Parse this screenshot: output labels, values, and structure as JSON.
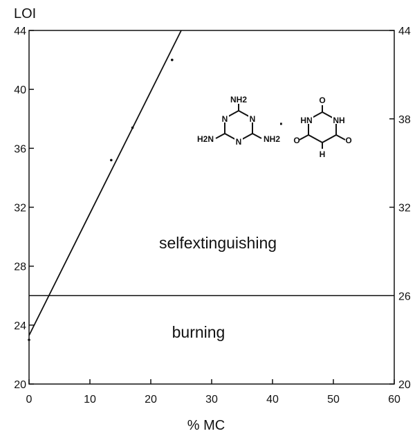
{
  "chart_data": {
    "type": "line",
    "xlabel": "% MC",
    "ylabel": "LOI",
    "xlim": [
      0,
      60
    ],
    "ylim": [
      20,
      44
    ],
    "x_ticks": [
      0,
      10,
      20,
      30,
      40,
      50,
      60
    ],
    "y_ticks_left": [
      20,
      24,
      28,
      32,
      36,
      40,
      44
    ],
    "y_ticks_right": [
      20,
      26,
      32,
      38,
      44
    ],
    "grid": false,
    "series": [
      {
        "x": [
          0,
          25
        ],
        "y": [
          23.3,
          44
        ]
      }
    ],
    "points": [
      {
        "x": 0,
        "y": 23
      },
      {
        "x": 13.5,
        "y": 35.2
      },
      {
        "x": 17,
        "y": 37.4
      },
      {
        "x": 23.5,
        "y": 42
      }
    ],
    "threshold": {
      "y": 26
    },
    "regions": {
      "above": "selfextinguishing",
      "below": "burning"
    },
    "structure": {
      "melamine": {
        "top": "NH2",
        "left": "H2N",
        "right": "NH2",
        "ring_atom": "N"
      },
      "separator": "·",
      "cyanuric": {
        "nh": "NH",
        "hn": "HN",
        "h": "H",
        "o": "O"
      }
    }
  }
}
